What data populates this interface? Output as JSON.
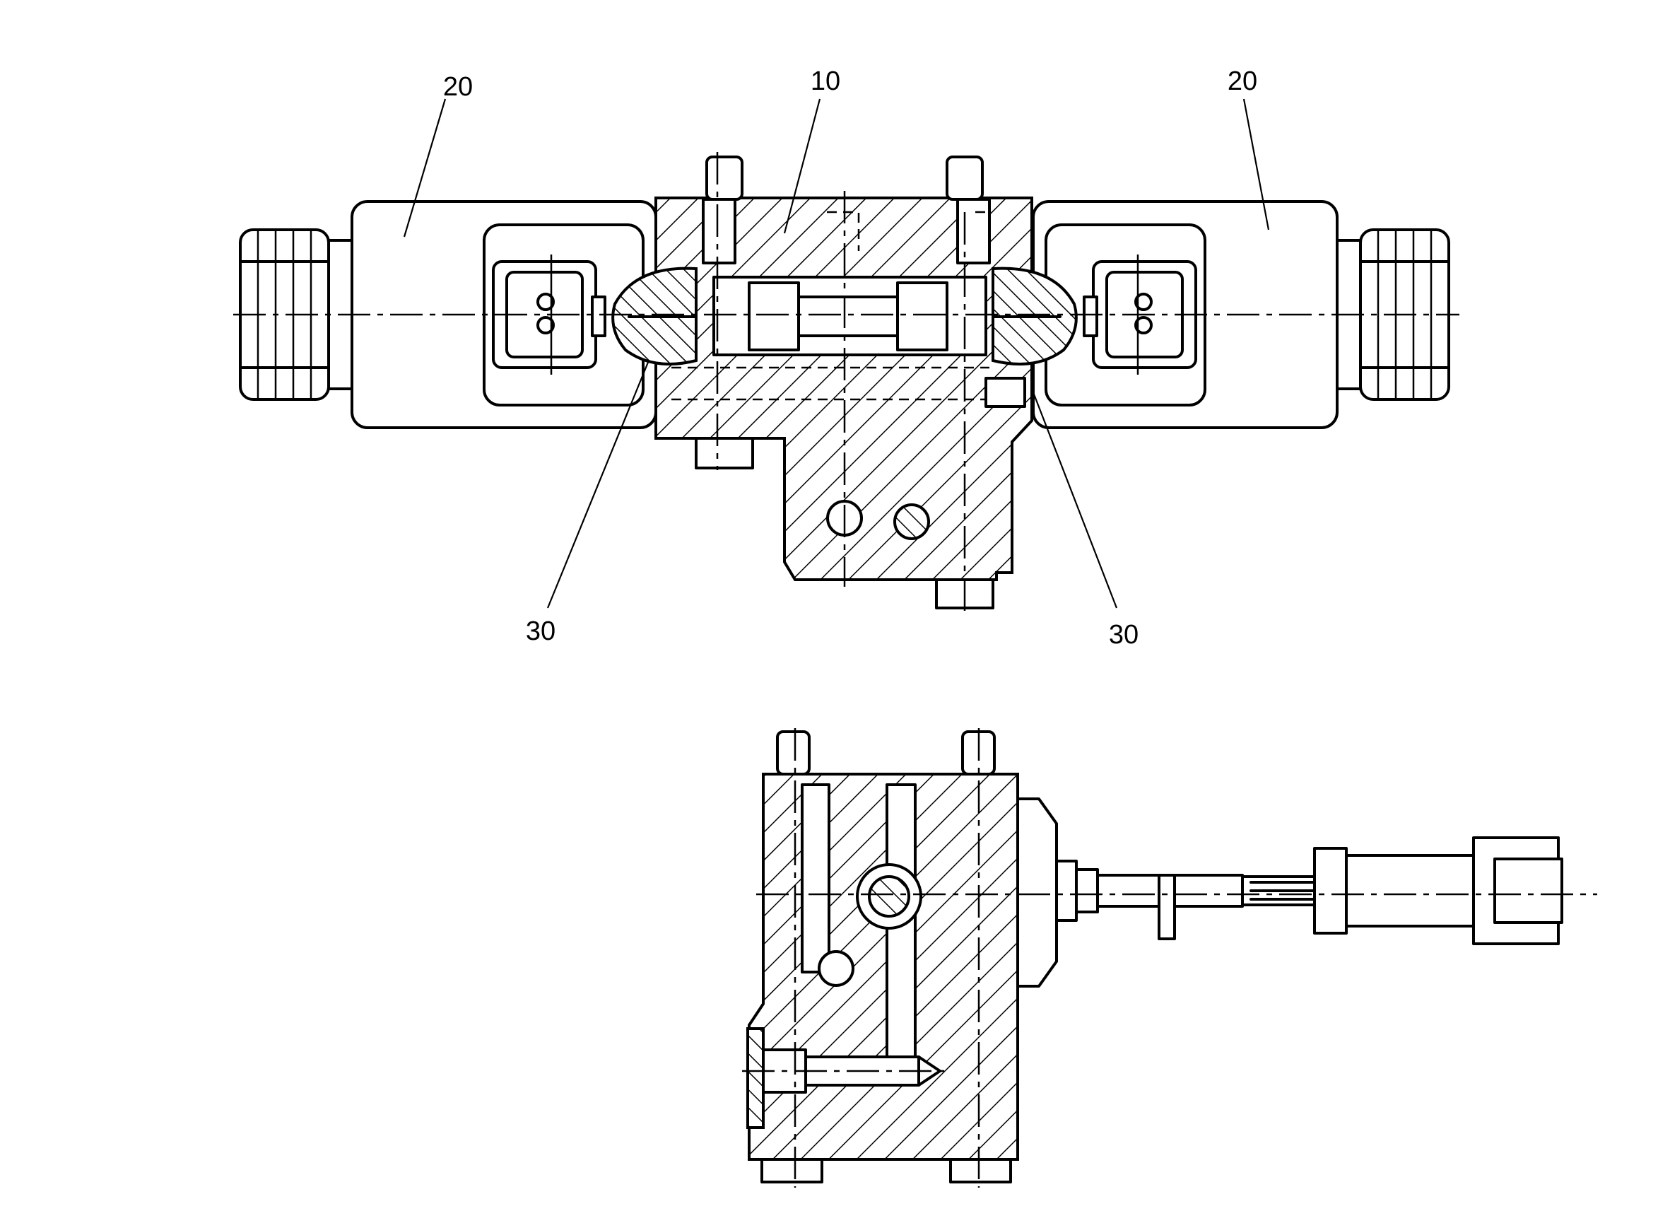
{
  "reference_numerals": {
    "solenoid_left": "20",
    "valve_body": "10",
    "solenoid_right": "20",
    "seal_left": "30",
    "seal_right": "30"
  }
}
